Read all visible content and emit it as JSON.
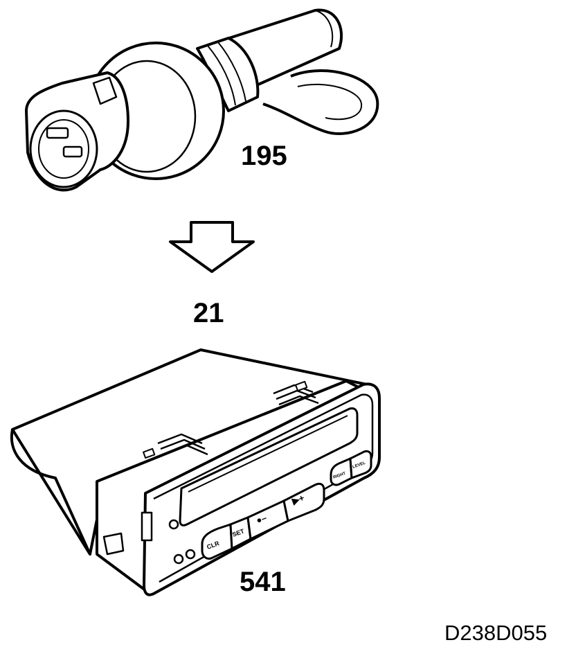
{
  "labels": {
    "sensor_number": "195",
    "connection_number": "21",
    "unit_number": "541",
    "drawing_ref": "D238D055"
  },
  "unit_buttons": {
    "clr": "CLR",
    "set": "SET",
    "minus": "●–",
    "plus": "▶+",
    "right": "RIGHT",
    "level": "LEVEL"
  },
  "colors": {
    "line": "#000000",
    "background": "#ffffff"
  }
}
